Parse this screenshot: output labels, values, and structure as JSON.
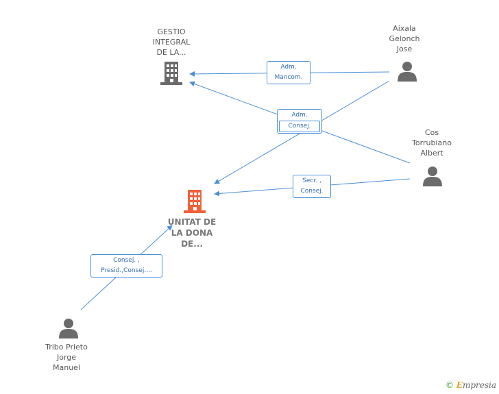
{
  "nodes": {
    "gestio": {
      "label_lines": [
        "GESTIO",
        "INTEGRAL",
        "DE LA..."
      ]
    },
    "unitat": {
      "label_lines": [
        "UNITAT DE",
        "LA DONA",
        "DE..."
      ]
    },
    "aixala": {
      "label_lines": [
        "Aixala",
        "Gelonch",
        "Jose"
      ]
    },
    "cos": {
      "label_lines": [
        "Cos",
        "Torrubiano",
        "Albert"
      ]
    },
    "tribo": {
      "label_lines": [
        "Tribo Prieto",
        "Jorge",
        "Manuel"
      ]
    }
  },
  "edge_labels": {
    "adm_mancom": [
      "Adm.",
      "Mancom."
    ],
    "adm_consej": [
      "Adm.",
      "Consej."
    ],
    "secr_consej": [
      "Secr. ,",
      "Consej."
    ],
    "consej_presid": [
      "Consej. ,",
      "Presid.,Consej...."
    ]
  },
  "colors": {
    "edge": "#4a8fd9",
    "company_gray": "#6b6b6b",
    "company_main": "#f0613a",
    "person": "#6b6b6b"
  },
  "footer": {
    "copyright_symbol": "©",
    "brand_first": "E",
    "brand_rest": "mpresia"
  }
}
